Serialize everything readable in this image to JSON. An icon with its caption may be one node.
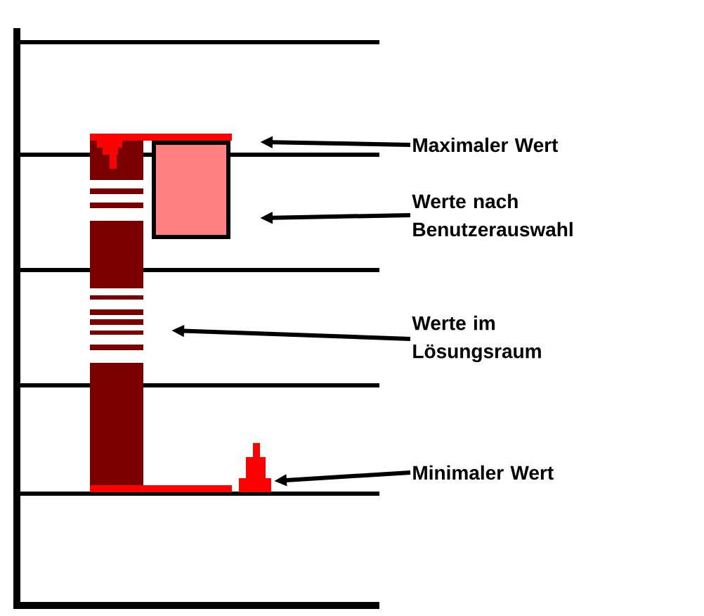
{
  "diagram": {
    "nodes": [
      {
        "text": [
          "Maximaler Wert"
        ]
      },
      {
        "text": [
          "Werte nach Benutzerauswahl"
        ]
      },
      {
        "text": [
          "Werte im Lösungsraum"
        ]
      },
      {
        "text": [
          "Minimaler Wert"
        ]
      }
    ],
    "edges": [
      {
        "from": 0,
        "to": null,
        "arrow": "to"
      },
      {
        "from": 1,
        "to": null,
        "arrow": "to"
      },
      {
        "from": 2,
        "to": null,
        "arrow": "to"
      },
      {
        "from": 3,
        "to": null,
        "arrow": "to"
      }
    ]
  }
}
